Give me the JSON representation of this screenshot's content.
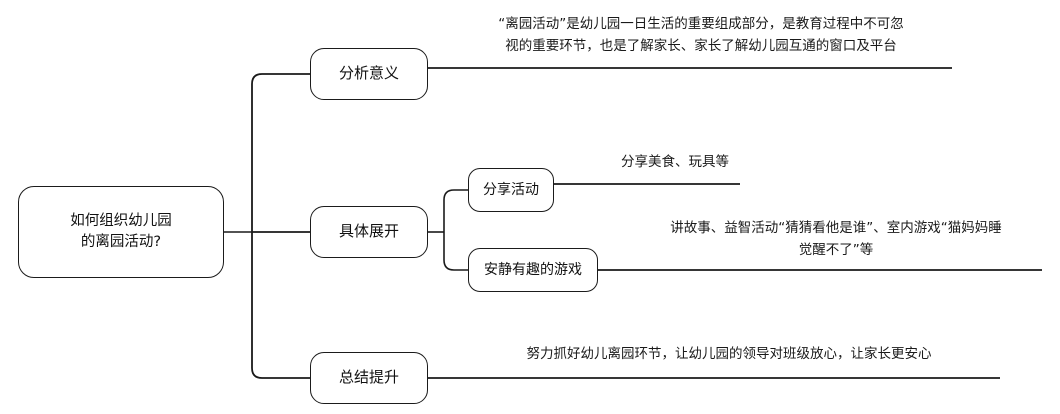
{
  "diagram": {
    "type": "mind-map",
    "title": "如何组织幼儿园的离园活动?",
    "background_color": "#ffffff",
    "stroke_color": "#1a1a1a",
    "text_color": "#111111"
  },
  "root": {
    "label": "如何组织幼儿园\n的离园活动?"
  },
  "branches": [
    {
      "id": "branch-1",
      "label": "分析意义",
      "leaf_text": "“离园活动”是幼儿园一日生活的重要组成部分，是教育过程中不可忽\n视的重要环节，也是了解家长、家长了解幼儿园互通的窗口及平台"
    },
    {
      "id": "branch-2",
      "label": "具体展开",
      "children": [
        {
          "id": "sub-1",
          "label": "分享活动",
          "leaf_text": "分享美食、玩具等"
        },
        {
          "id": "sub-2",
          "label": "安静有趣的游戏",
          "leaf_text": "讲故事、益智活动“猜猜看他是谁”、室内游戏“猫妈妈睡\n觉醒不了”等"
        }
      ]
    },
    {
      "id": "branch-3",
      "label": "总结提升",
      "leaf_text": "努力抓好幼儿离园环节，让幼儿园的领导对班级放心，让家长更安心"
    }
  ]
}
